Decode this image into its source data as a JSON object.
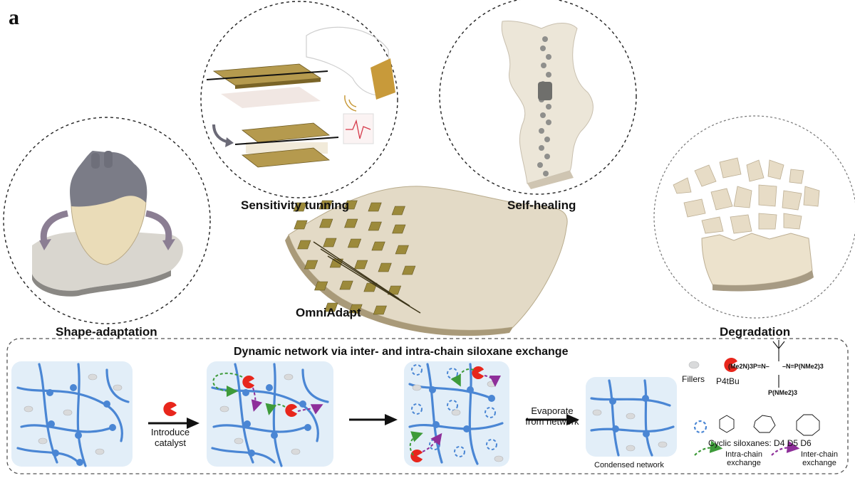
{
  "panel_label": "a",
  "center_label": "OmniAdapt",
  "properties": [
    {
      "label": "Shape-adaptation"
    },
    {
      "label": "Sensitivity tunning"
    },
    {
      "label": "Self-healing"
    },
    {
      "label": "Degradation"
    }
  ],
  "mechanism": {
    "title": "Dynamic network via inter- and intra-chain siloxane exchange",
    "step1": [
      "Introduce",
      "catalyst"
    ],
    "step2": [
      "Evaporate",
      "from network"
    ],
    "condensed": "Condensed network"
  },
  "legend": {
    "fillers": "Fillers",
    "catalyst": "P4tBu",
    "formula_left": "(Me2N)3P=N–",
    "formula_right": "–N=P(NMe2)3",
    "formula_bottom": "P(NMe2)3",
    "cyclic": "Cyclic siloxanes: D4 D5 D6",
    "intra": [
      "Intra-chain",
      "exchange"
    ],
    "inter": [
      "Inter-chain",
      "exchange"
    ]
  },
  "colors": {
    "chain": "#4a86d4",
    "gel": "#e2eef8",
    "catalyst": "#e8261c",
    "intra": "#3e9b3a",
    "inter": "#8e2f9a",
    "sheet": "#e3dac6",
    "gold": "#9c8a3b"
  }
}
